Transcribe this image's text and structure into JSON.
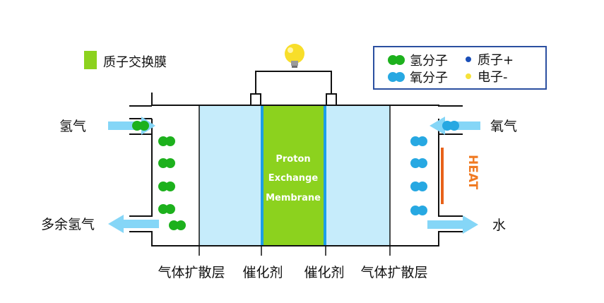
{
  "legend_pem": {
    "label": "质子交换膜"
  },
  "legend": {
    "hydrogen_molecule": "氢分子",
    "oxygen_molecule": "氧分子",
    "proton": "质子+",
    "electron": "电子-"
  },
  "labels": {
    "hydrogen_in": "氢气",
    "hydrogen_out": "多余氢气",
    "oxygen_in": "氧气",
    "water_out": "水",
    "gas_diffusion_left": "气体扩散层",
    "catalyst_left": "催化剂",
    "catalyst_right": "催化剂",
    "gas_diffusion_right": "气体扩散层",
    "heat": "HEAT"
  },
  "membrane": {
    "line1": "Proton",
    "line2": "Exchange",
    "line3": "Membrane"
  },
  "colors": {
    "membrane": "#8cd21e",
    "diffusion_layer": "#c6ecfb",
    "catalyst": "#1d9ee6",
    "hydrogen": "#1db11d",
    "oxygen": "#27a8e2",
    "proton": "#1a4fb8",
    "electron": "#f6e23a",
    "arrow": "#85d6f7",
    "heat": "#f07a22"
  },
  "icons": {
    "bulb": "light-bulb-icon"
  }
}
